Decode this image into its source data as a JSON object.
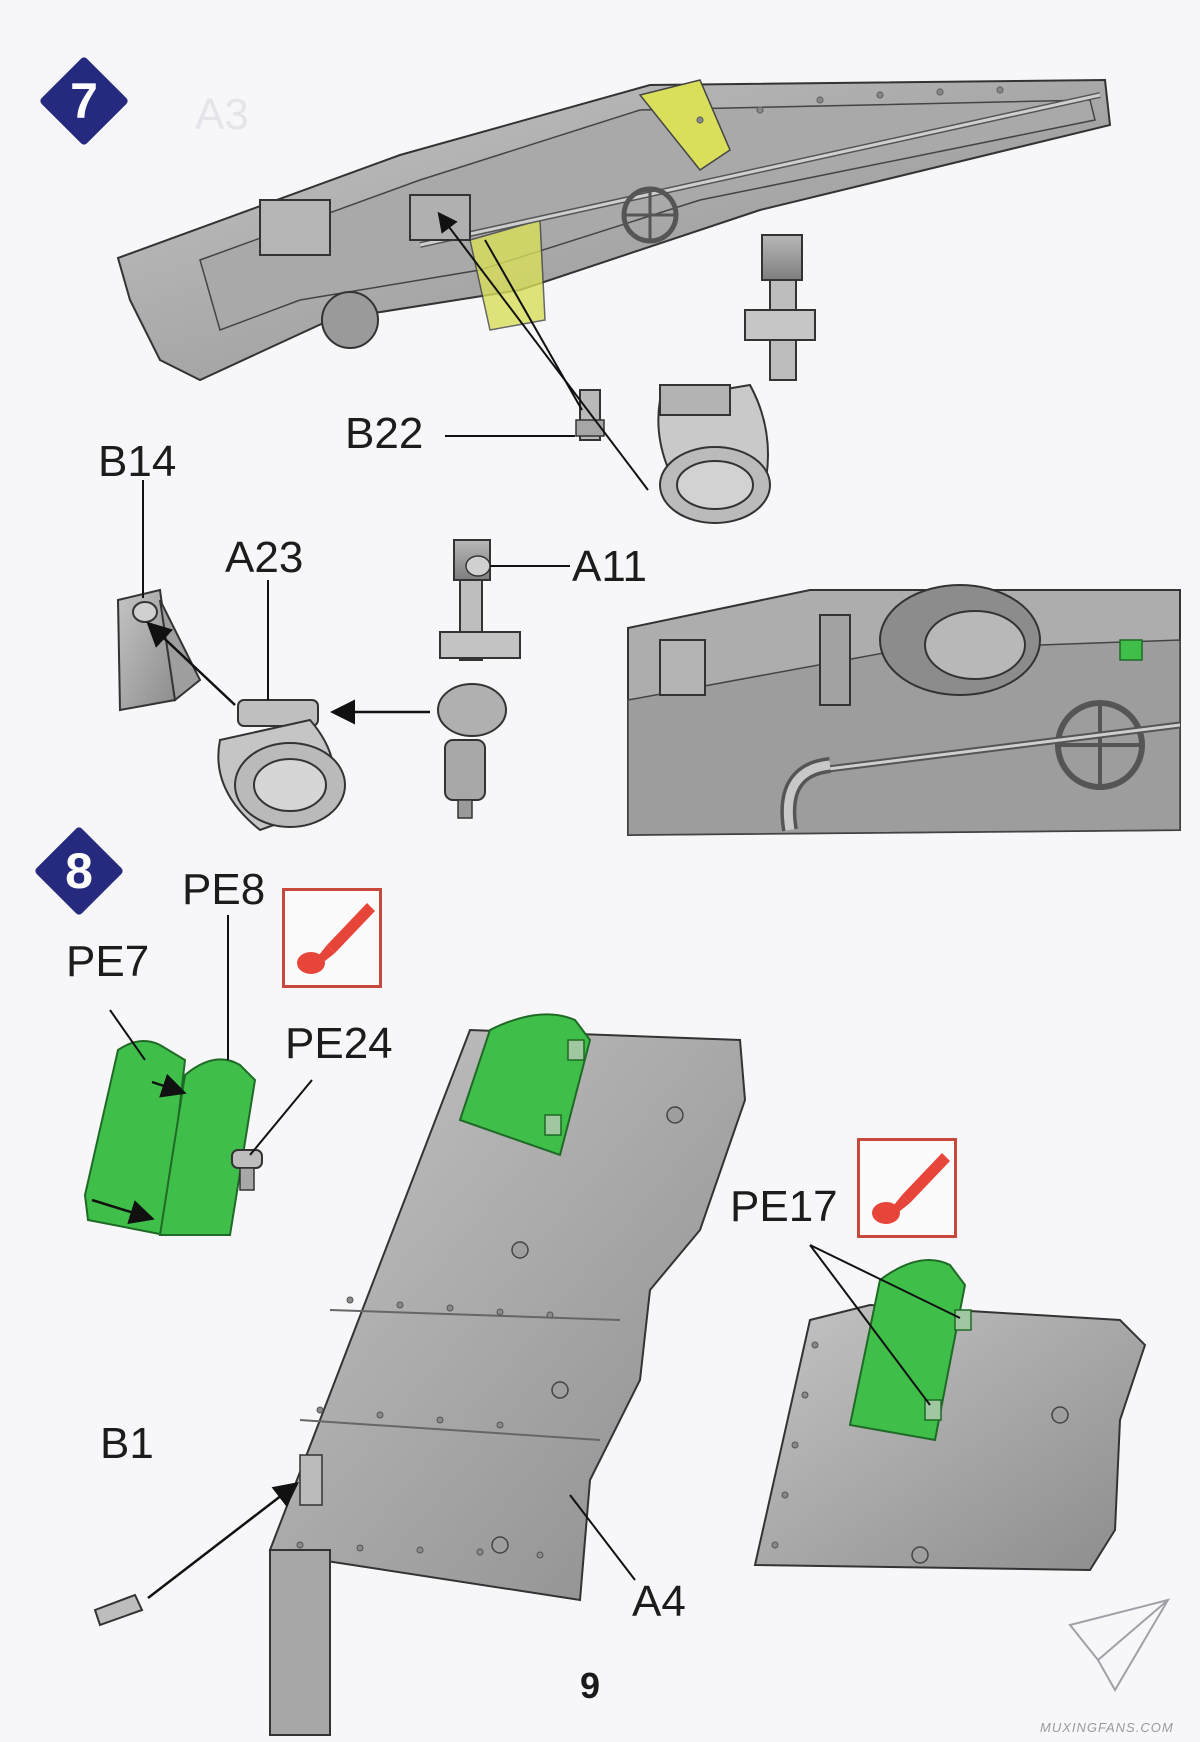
{
  "steps": {
    "seven": "7",
    "eight": "8"
  },
  "labels": {
    "b22": "B22",
    "b14": "B14",
    "a23": "A23",
    "a11": "A11",
    "pe8": "PE8",
    "pe7": "PE7",
    "pe24": "PE24",
    "pe17": "PE17",
    "b1": "B1",
    "a4": "A4"
  },
  "page_number": "9",
  "watermark": "MUXINGFANS.COM",
  "icons": {
    "paint": "paint-brush-icon",
    "logo": "paper-plane-logo-icon"
  },
  "colors": {
    "step_badge": "#262a7e",
    "photo_etch_green": "#3fbf4a",
    "paint_box_border": "#c8483b",
    "part_gray": "#9c9c9c"
  }
}
